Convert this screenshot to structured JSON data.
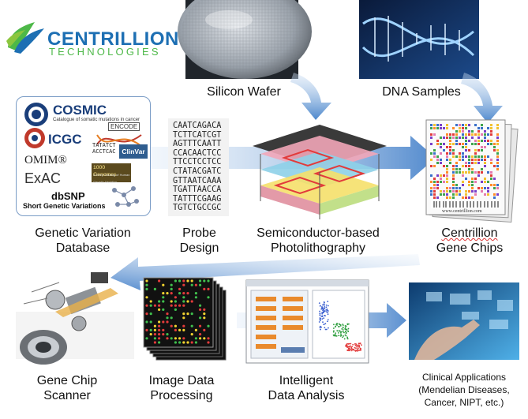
{
  "logo": {
    "name_top": "CENTRILLION",
    "name_bottom": "TECHNOLOGIES",
    "colors": {
      "blue": "#1d6fb3",
      "green": "#4db848"
    }
  },
  "inputs": {
    "silicon_wafer": "Silicon Wafer",
    "dna_samples": "DNA Samples"
  },
  "databases": {
    "cosmic": "COSMIC",
    "cosmic_sub": "Catalogue of somatic mutations in cancer",
    "icgc": "ICGC",
    "encode": "ENCODE",
    "omim": "OMIM®",
    "tatatct": "TATATCT\nACCTCAC",
    "clinvar": "ClinVar",
    "exac": "ExAC",
    "genomes": "1000 Genomes",
    "genomes_sub": "A Deep Catalog of Human Genetic Variation",
    "dbsnp": "dbSNP",
    "dbsnp_sub": "Short Genetic Variations"
  },
  "probes": [
    "CAATCAGACA",
    "TCTTCATCGT",
    "AGTTTCAATT",
    "CCACAACTCC",
    "TTCCTCCTCC",
    "CTATACGATC",
    "GTTAATCAAA",
    "TGATTAACCA",
    "TATTTCGAAG",
    "TGTCTGCCGC"
  ],
  "chip_url": "www.centrillion.com",
  "labels": {
    "genetic_variation": [
      "Genetic Variation",
      "Database"
    ],
    "probe_design": [
      "Probe",
      "Design"
    ],
    "photolithography": [
      "Semiconductor-based",
      "Photolithography"
    ],
    "gene_chips": [
      "Centrillion",
      "Gene Chips"
    ],
    "scanner": [
      "Gene Chip",
      "Scanner"
    ],
    "image_processing": [
      "Image Data",
      "Processing"
    ],
    "data_analysis": [
      "Intelligent",
      "Data Analysis"
    ],
    "clinical": [
      "Clinical Applications",
      "(Mendelian Diseases,",
      "Cancer, NIPT, etc.)"
    ]
  }
}
